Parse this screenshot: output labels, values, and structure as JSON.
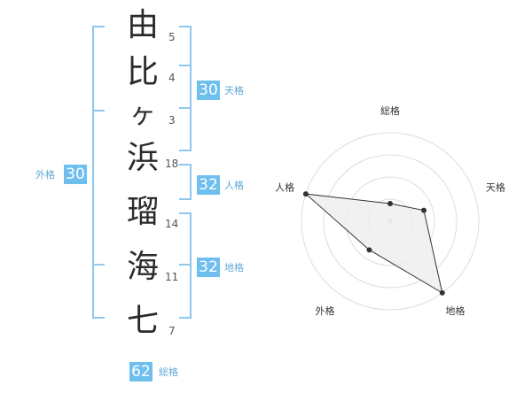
{
  "name_chars": [
    "由",
    "比",
    "ヶ",
    "浜",
    "瑠",
    "海",
    "七"
  ],
  "strokes": [
    "5",
    "4",
    "3",
    "18",
    "14",
    "11",
    "7"
  ],
  "tenkaku": {
    "value": "30",
    "label": "天格"
  },
  "jinkaku": {
    "value": "32",
    "label": "人格"
  },
  "chikaku": {
    "value": "32",
    "label": "地格"
  },
  "gaikaku": {
    "value": "30",
    "label": "外格"
  },
  "soukaku": {
    "value": "62",
    "label": "総格"
  },
  "radar": {
    "axes": [
      "総格",
      "天格",
      "地格",
      "外格",
      "人格"
    ],
    "levels": 4,
    "values": [
      0.2,
      0.4,
      1.0,
      0.4,
      1.0
    ],
    "fill_color": "#eeeeee",
    "line_color": "#333333",
    "grid_color": "#dddddd"
  }
}
